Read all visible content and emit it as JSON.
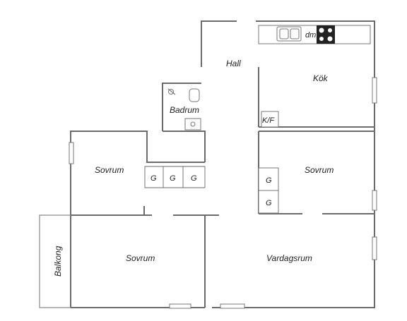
{
  "rooms": {
    "hall": "Hall",
    "kitchen": "Kök",
    "bathroom": "Badrum",
    "bedroom_1": "Sovrum",
    "bedroom_2": "Sovrum",
    "bedroom_3": "Sovrum",
    "living_room": "Vardagsrum",
    "balcony": "Balkong"
  },
  "fixtures": {
    "dishwasher": "dm",
    "fridge_freezer": "K/F",
    "wardrobe": "G"
  },
  "colors": {
    "wall": "#6b6b6b",
    "text": "#222222",
    "stove": "#222222"
  }
}
